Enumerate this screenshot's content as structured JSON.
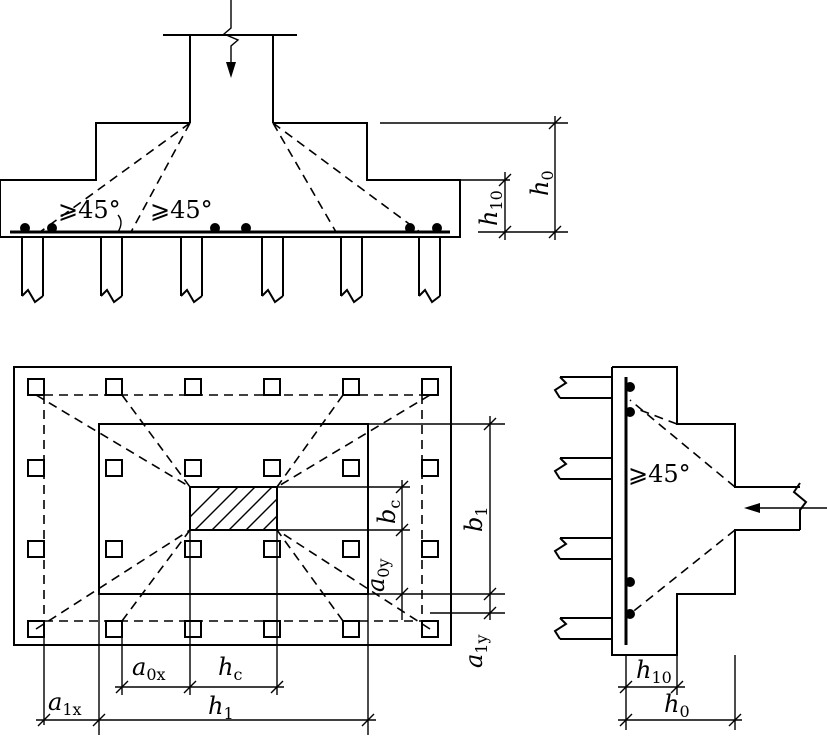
{
  "labels": {
    "h0": {
      "main": "h",
      "sub": "0"
    },
    "h10": {
      "main": "h",
      "sub": "10"
    },
    "b1": {
      "main": "b",
      "sub": "1"
    },
    "bc": {
      "main": "b",
      "sub": "c"
    },
    "a0y": {
      "main": "a",
      "sub": "0y"
    },
    "a1y": {
      "main": "a",
      "sub": "1y"
    },
    "a0x": {
      "main": "a",
      "sub": "0x"
    },
    "hc": {
      "main": "h",
      "sub": "c"
    },
    "a1x": {
      "main": "a",
      "sub": "1x"
    },
    "h1": {
      "main": "h",
      "sub": "1"
    }
  },
  "angles": {
    "left": "⩾45°",
    "right": "⩾45°",
    "side": "⩾45°"
  }
}
